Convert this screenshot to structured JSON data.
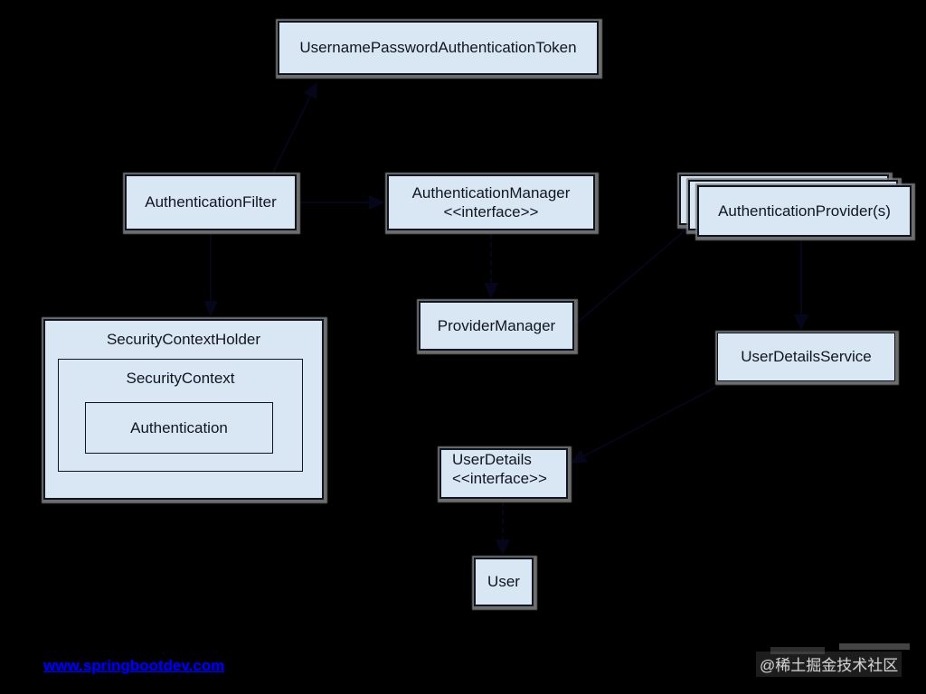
{
  "diagram": {
    "colors": {
      "background": "#000000",
      "box_fill": "#d9e7f5",
      "box_border": "#101620",
      "box_text": "#101620",
      "shadow": "#808080",
      "connector": "#06061a",
      "link_color": "#0000ee",
      "watermark_color": "#d2d2d2"
    },
    "nodes": {
      "token": {
        "label": "UsernamePasswordAuthenticationToken"
      },
      "authentication_filter": {
        "label": "AuthenticationFilter"
      },
      "authentication_manager": {
        "line1": "AuthenticationManager",
        "line2": "<<interface>>"
      },
      "authentication_providers": {
        "label": "AuthenticationProvider(s)"
      },
      "provider_manager": {
        "label": "ProviderManager"
      },
      "user_details_service": {
        "label": "UserDetailsService"
      },
      "security_context_holder": {
        "label": "SecurityContextHolder"
      },
      "security_context": {
        "label": "SecurityContext"
      },
      "authentication": {
        "label": "Authentication"
      },
      "user_details": {
        "line1": "UserDetails",
        "line2": "<<interface>>"
      },
      "user": {
        "label": "User"
      }
    },
    "footer": {
      "link_text": "www.springbootdev.com"
    },
    "watermark": {
      "text": "@稀土掘金技术社区"
    }
  }
}
